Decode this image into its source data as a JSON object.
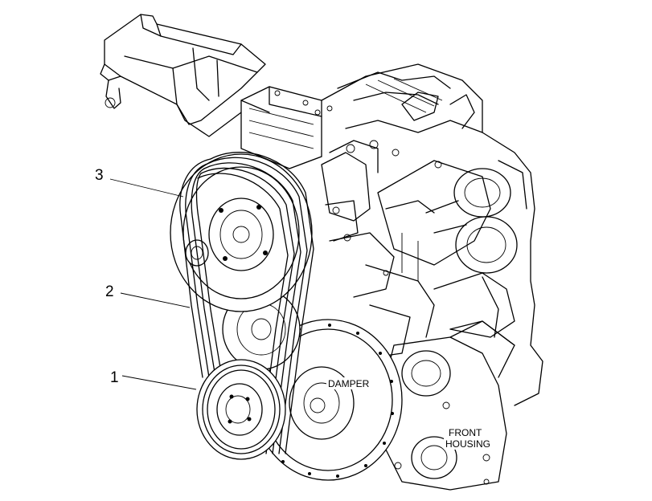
{
  "callouts": [
    {
      "number": "1"
    },
    {
      "number": "2"
    },
    {
      "number": "3"
    }
  ],
  "labels": {
    "damper": "DAMPER",
    "front_housing_line1": "FRONT",
    "front_housing_line2": "HOUSING"
  }
}
